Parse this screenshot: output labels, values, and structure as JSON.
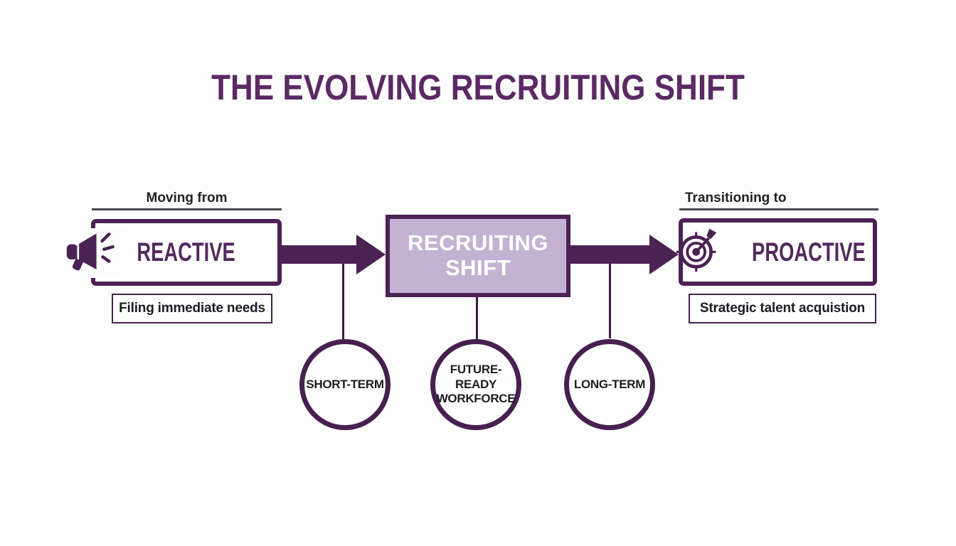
{
  "title": "THE EVOLVING RECRUITING SHIFT",
  "colors": {
    "accent": "#4b2254",
    "title_text": "#5b2a64",
    "box_text": "#532a5e",
    "center_box_fill": "#c3b2d2",
    "center_box_text": "#ffffff",
    "dark_text": "#1d1d22"
  },
  "left": {
    "label": "Moving from",
    "box_label": "REACTIVE",
    "caption": "Filing immediate needs",
    "icon": "megaphone-icon"
  },
  "center": {
    "box_label": "RECRUITING SHIFT"
  },
  "right": {
    "label": "Transitioning to",
    "box_label": "PROACTIVE",
    "caption": "Strategic talent acquistion",
    "icon": "target-icon"
  },
  "circles": [
    {
      "label": "SHORT-TERM"
    },
    {
      "label": "FUTURE-READY WORKFORCE"
    },
    {
      "label": "LONG-TERM"
    }
  ]
}
